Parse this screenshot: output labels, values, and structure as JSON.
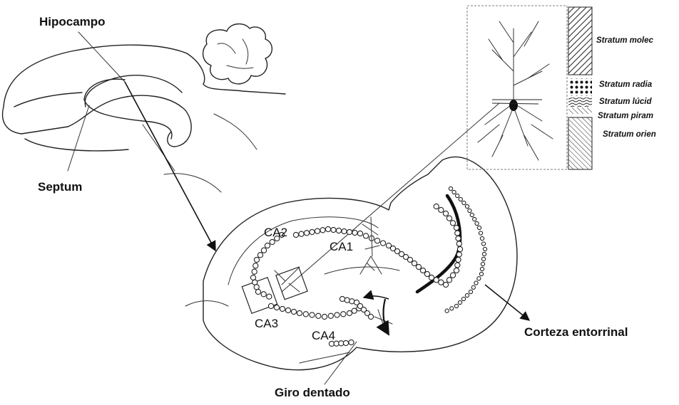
{
  "labels": {
    "hipocampo": "Hipocampo",
    "septum": "Septum",
    "giro_dentado": "Giro dentado",
    "corteza_entorrinal": "Corteza entorrinal",
    "ca1": "CA1",
    "ca2": "CA2",
    "ca3": "CA3",
    "ca4": "CA4"
  },
  "strata": [
    "Stratum molec",
    "Stratum radia",
    "Stratum lúcid",
    "Stratum piram",
    "Stratum orien"
  ]
}
